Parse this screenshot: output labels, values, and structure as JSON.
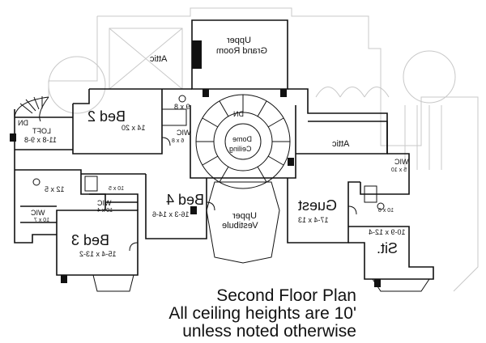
{
  "labels": {
    "upper_grand_room": [
      "Upper",
      "Grand Room"
    ],
    "attic_top": "Attic",
    "attic_right": "Attic",
    "bed2": "Bed 2",
    "bed2_dim": "14 x 20",
    "dn_top": "DN",
    "dome_ceiling": [
      "Dome",
      "Ceiling"
    ],
    "dn_left": "DN",
    "loft": "LOFT",
    "loft_dim": "11-8 x 9-8",
    "wic_bed2": "WIC",
    "wic_bed2_dim": "6 x 8",
    "dim_9x8": "9 x 8",
    "wic_right": "WIC",
    "wic_right_dim": "5 x 10",
    "bed4": "Bed 4",
    "bed4_dim": "16-3 x 14-6",
    "guest": "Guest",
    "guest_dim": "17-4 x 13",
    "dim_10x5": "10 x 5",
    "dim_12x5": "12 x 5",
    "wic_mid": "WIC",
    "wic_mid_dim": "10 x 4",
    "wic_left": "WIC",
    "wic_left_dim": "10 x 7",
    "upper_vestibule": [
      "Upper",
      "Vestibule"
    ],
    "dim_10x6": "10 x 6",
    "sit": "Sit.",
    "sit_dim": "10-9 x 12-4",
    "bed3": "Bed 3",
    "bed3_dim": "15-4 x 13-2"
  },
  "annotation": {
    "lines": [
      "Second Floor Plan",
      "All ceiling heights are 10'",
      "unless noted otherwise"
    ]
  }
}
